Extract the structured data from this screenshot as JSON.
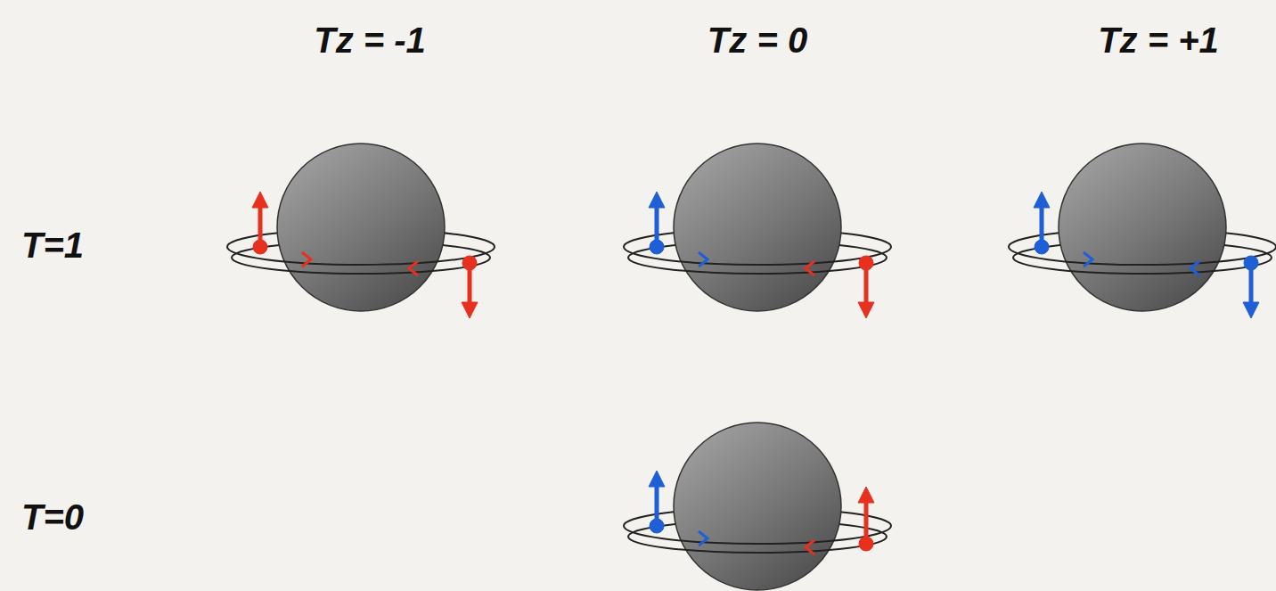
{
  "diagram": {
    "labels": [
      "Tz = -1",
      "Tz = 0",
      "Tz = +1",
      "T=1",
      "T=0"
    ]
  }
}
